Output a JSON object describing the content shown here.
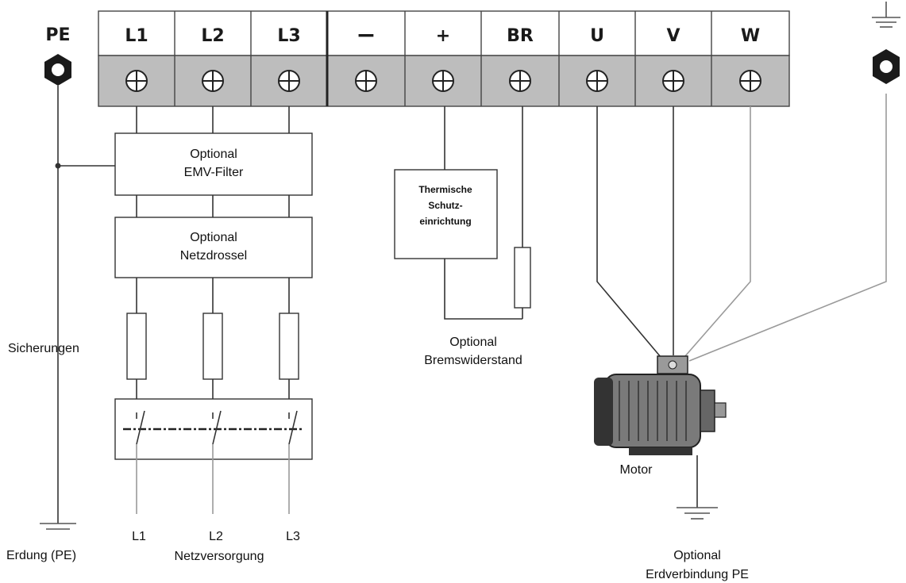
{
  "terminals": {
    "pe": "PE",
    "labels": [
      "L1",
      "L2",
      "L3",
      "−",
      "+",
      "BR",
      "U",
      "V",
      "W"
    ]
  },
  "components": {
    "emv_filter": [
      "Optional",
      "EMV-Filter"
    ],
    "netzdrossel": [
      "Optional",
      "Netzdrossel"
    ],
    "thermal": [
      "Thermische",
      "Schutz-",
      "einrichtung"
    ],
    "brake": [
      "Optional",
      "Bremswiderstand"
    ],
    "motor": "Motor"
  },
  "labels": {
    "fuses": "Sicherungen",
    "ground": "Erdung (PE)",
    "supply_phases": [
      "L1",
      "L2",
      "L3"
    ],
    "supply": "Netzversorgung",
    "motor_ground": [
      "Optional",
      "Erdverbindung PE"
    ]
  },
  "colors": {
    "terminal_header": "#ffffff",
    "terminal_screw_row": "#bdbdbd",
    "line": "#333333",
    "line_light": "#9a9a9a",
    "motor": "#7a7a7a"
  }
}
